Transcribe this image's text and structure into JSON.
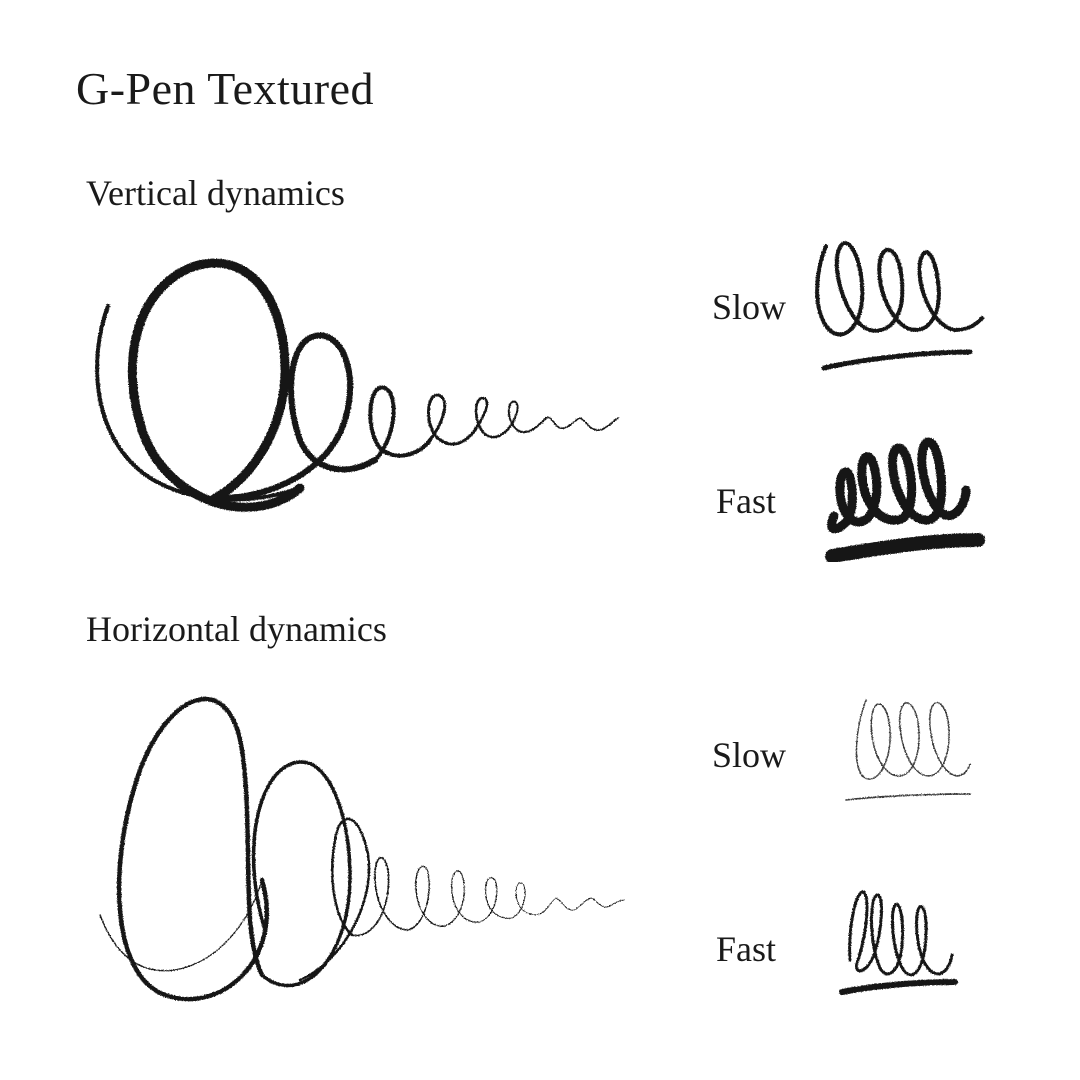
{
  "title": "G-Pen Textured",
  "vertical": {
    "label": "Vertical dynamics",
    "slow_label": "Slow",
    "fast_label": "Fast"
  },
  "horizontal": {
    "label": "Horizontal dynamics",
    "slow_label": "Slow",
    "fast_label": "Fast"
  },
  "colors": {
    "ink": "#141414",
    "background": "#ffffff"
  }
}
